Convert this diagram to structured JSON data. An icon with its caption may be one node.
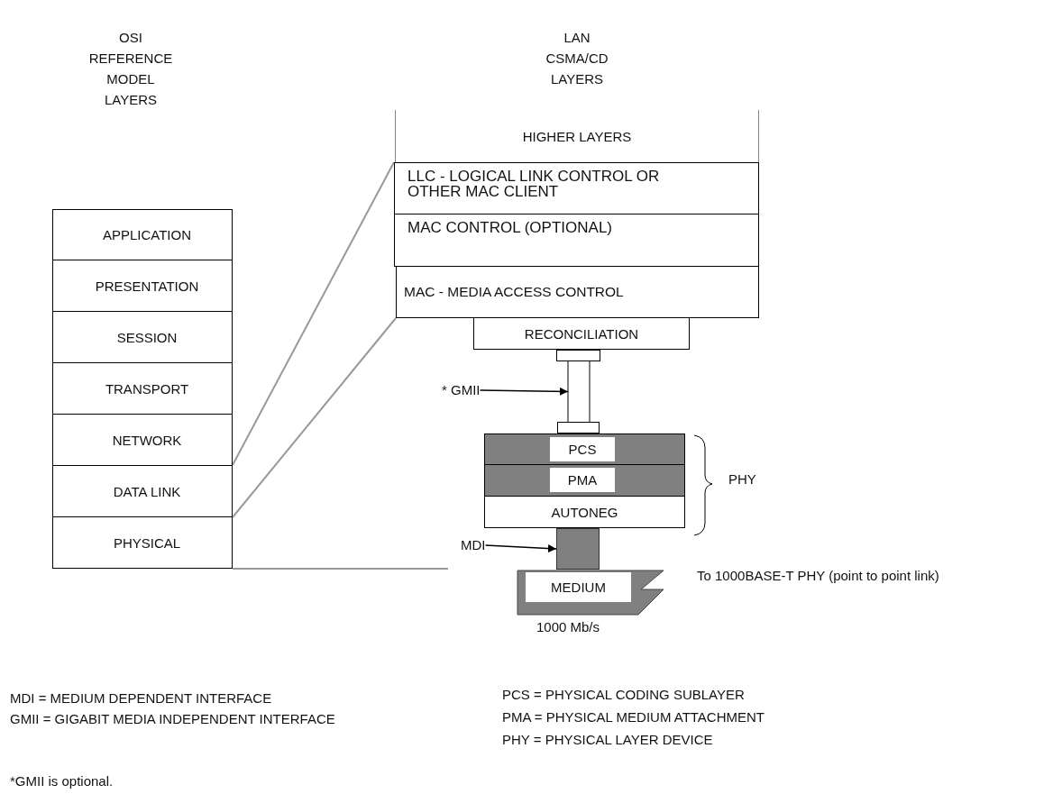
{
  "diagram": {
    "nodes": [
      {
        "text": [
          "APPLICATION"
        ]
      },
      {
        "text": [
          "PRESENTATION"
        ]
      },
      {
        "text": [
          "SESSION"
        ]
      },
      {
        "text": [
          "TRANSPORT"
        ]
      },
      {
        "text": [
          "NETWORK"
        ]
      },
      {
        "text": [
          "DATA LINK"
        ]
      },
      {
        "text": [
          "PHYSICAL"
        ]
      },
      {
        "text": [
          "HIGHER LAYERS"
        ]
      },
      {
        "text": [
          "LLC - LOGICAL LINK CONTROL OR OTHER MAC CLIENT"
        ]
      },
      {
        "text": [
          "MAC CONTROL (OPTIONAL)"
        ]
      },
      {
        "text": [
          "MAC - MEDIA ACCESS CONTROL"
        ]
      },
      {
        "text": [
          "RECONCILIATION"
        ]
      },
      {
        "text": [
          "* GMII"
        ]
      },
      {
        "text": [],
        "shape": "box"
      },
      {
        "text": [
          "PCS"
        ]
      },
      {
        "text": [
          "PMA"
        ]
      },
      {
        "text": [
          "AUTONEG"
        ]
      },
      {
        "text": [
          "MDI"
        ]
      },
      {
        "text": [],
        "shape": "bar"
      },
      {
        "text": [
          "MEDIUM"
        ],
        "beside": [
          "1000 Mb/s"
        ]
      }
    ],
    "edges": [
      {
        "from": 5,
        "to": 8,
        "arrow": "none",
        "color": "#999999"
      },
      {
        "from": 5,
        "to": 10,
        "arrow": "none",
        "color": "#999999"
      },
      {
        "from": 6,
        "to": null,
        "arrow": "none",
        "color": "#999999"
      },
      {
        "from": 12,
        "to": 13,
        "arrow": "to",
        "color": "#000000"
      },
      {
        "from": 17,
        "to": 18,
        "arrow": "to",
        "color": "#000000"
      }
    ],
    "labels": [
      "OSI REFERENCE MODEL LAYERS",
      "LAN CSMA/CD LAYERS",
      "PHY",
      "To 1000BASE-T PHY (point to point link)",
      "MDI = MEDIUM DEPENDENT INTERFACE",
      "PCS = PHYSICAL CODING SUBLAYER",
      "GMII = GIGABIT MEDIA INDEPENDENT INTERFACE",
      "PMA = PHYSICAL MEDIUM ATTACHMENT",
      "PHY = PHYSICAL LAYER DEVICE",
      "*GMII is optional."
    ]
  }
}
